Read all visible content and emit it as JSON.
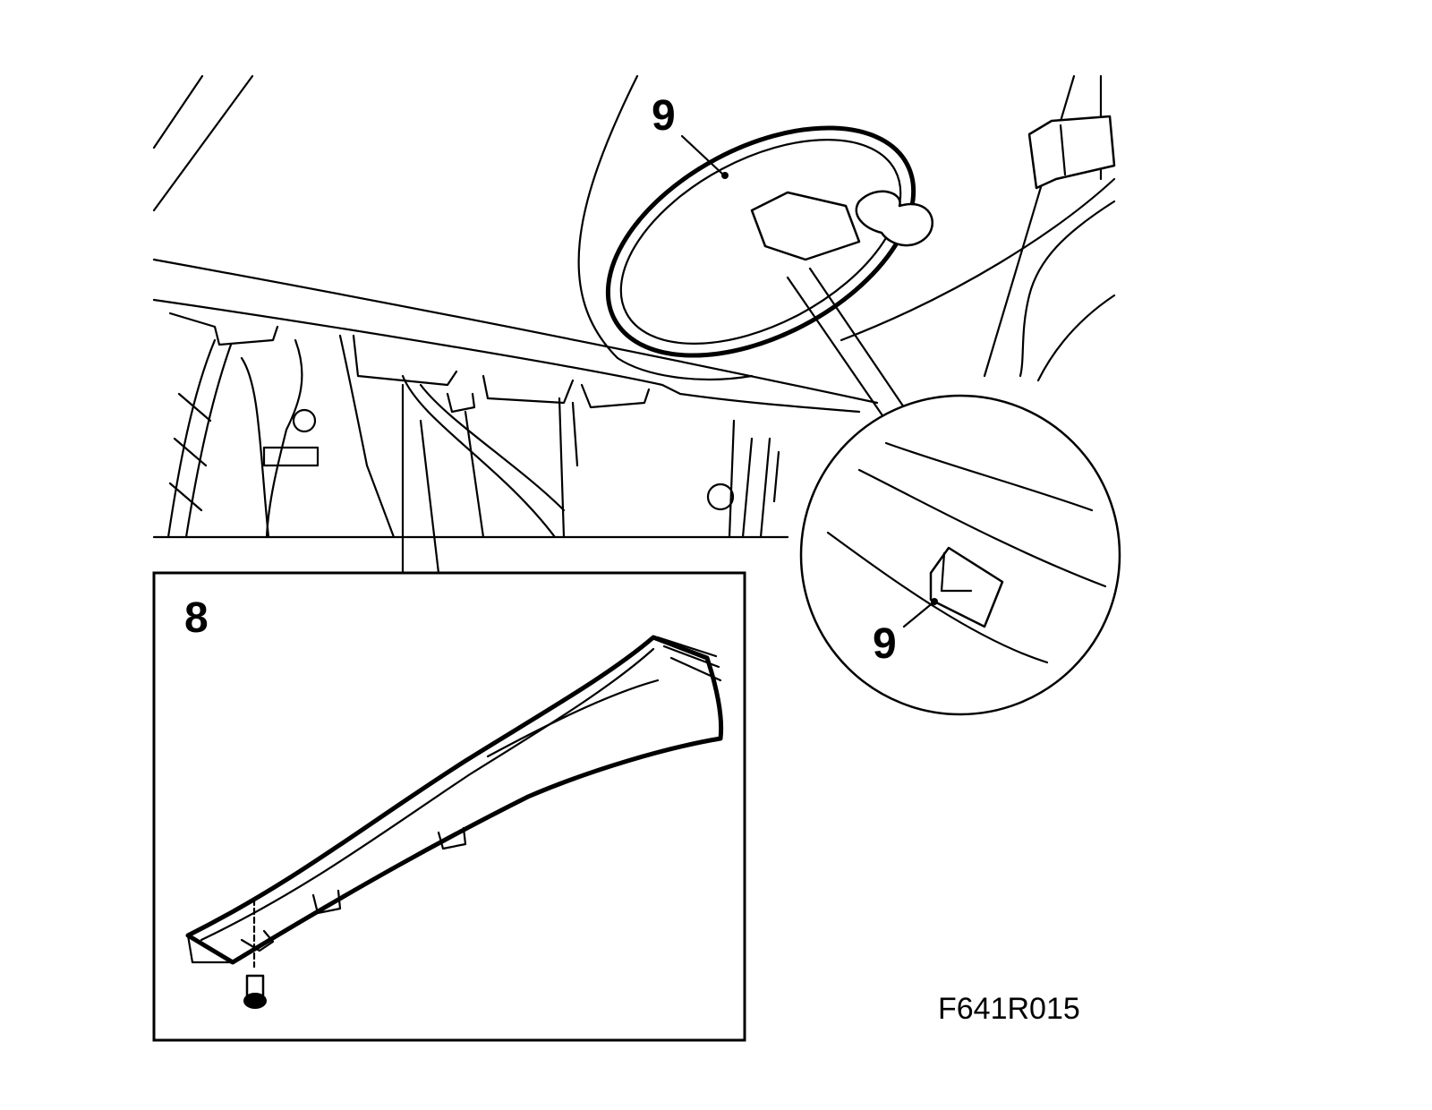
{
  "figure": {
    "labels": {
      "part_9_main": "9",
      "part_9_detail": "9",
      "part_8_inset": "8",
      "figure_id": "F641R015"
    },
    "colors": {
      "line": "#000000",
      "background": "#ffffff"
    }
  }
}
